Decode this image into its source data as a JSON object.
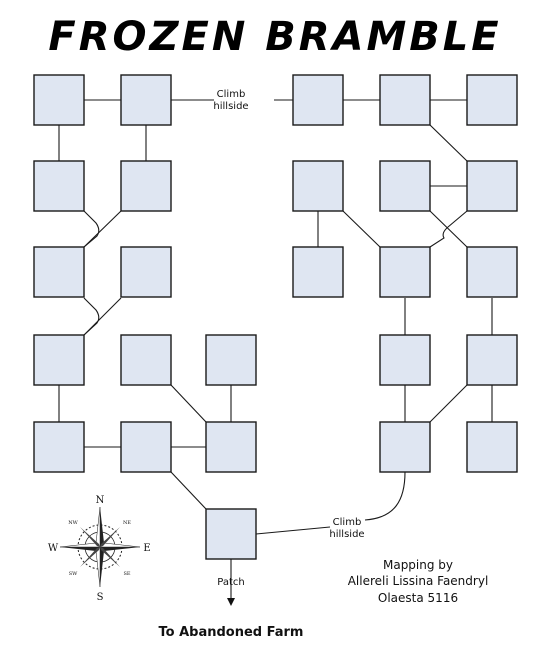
{
  "map": {
    "title": "FROZEN BRAMBLE",
    "exits": {
      "climb_top": [
        "Climb",
        "hillside"
      ],
      "climb_bottom": [
        "Climb",
        "hillside"
      ],
      "patch": "Patch",
      "destination": "To Abandoned Farm"
    },
    "credits": {
      "line1": "Mapping by",
      "line2": "Allereli Lissina Faendryl",
      "line3": "Olaesta 5116"
    },
    "compass": {
      "N": "N",
      "S": "S",
      "E": "E",
      "W": "W",
      "NE": "NE",
      "NW": "NW",
      "SE": "SE",
      "SW": "SW"
    },
    "colors": {
      "room_fill": "#dfe6f2",
      "room_border": "#1a1a1a",
      "line": "#1a1a1a"
    }
  }
}
